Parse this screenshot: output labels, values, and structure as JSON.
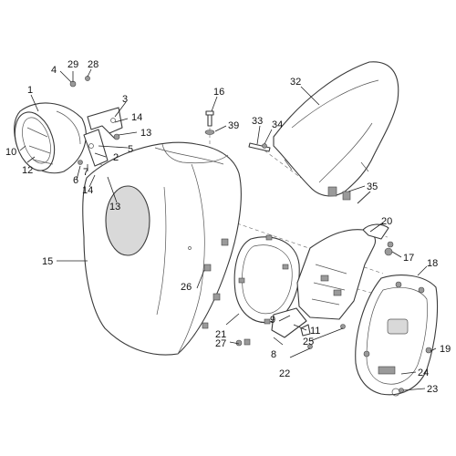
{
  "callouts": [
    {
      "id": "1",
      "text": "1"
    },
    {
      "id": "2",
      "text": "2"
    },
    {
      "id": "3",
      "text": "3"
    },
    {
      "id": "4",
      "text": "4"
    },
    {
      "id": "5",
      "text": "5"
    },
    {
      "id": "6",
      "text": "6"
    },
    {
      "id": "7",
      "text": "7"
    },
    {
      "id": "8",
      "text": "8"
    },
    {
      "id": "9",
      "text": "9"
    },
    {
      "id": "10",
      "text": "10"
    },
    {
      "id": "11",
      "text": "11"
    },
    {
      "id": "12",
      "text": "12"
    },
    {
      "id": "13a",
      "text": "13"
    },
    {
      "id": "13b",
      "text": "13"
    },
    {
      "id": "14a",
      "text": "14"
    },
    {
      "id": "14b",
      "text": "14"
    },
    {
      "id": "15",
      "text": "15"
    },
    {
      "id": "16",
      "text": "16"
    },
    {
      "id": "17",
      "text": "17"
    },
    {
      "id": "18",
      "text": "18"
    },
    {
      "id": "19",
      "text": "19"
    },
    {
      "id": "20",
      "text": "20"
    },
    {
      "id": "21",
      "text": "21"
    },
    {
      "id": "22",
      "text": "22"
    },
    {
      "id": "23",
      "text": "23"
    },
    {
      "id": "24",
      "text": "24"
    },
    {
      "id": "25",
      "text": "25"
    },
    {
      "id": "26",
      "text": "26"
    },
    {
      "id": "27",
      "text": "27"
    },
    {
      "id": "28",
      "text": "28"
    },
    {
      "id": "29",
      "text": "29"
    },
    {
      "id": "32",
      "text": "32"
    },
    {
      "id": "33",
      "text": "33"
    },
    {
      "id": "34",
      "text": "34"
    },
    {
      "id": "35",
      "text": "35"
    },
    {
      "id": "39",
      "text": "39"
    }
  ]
}
